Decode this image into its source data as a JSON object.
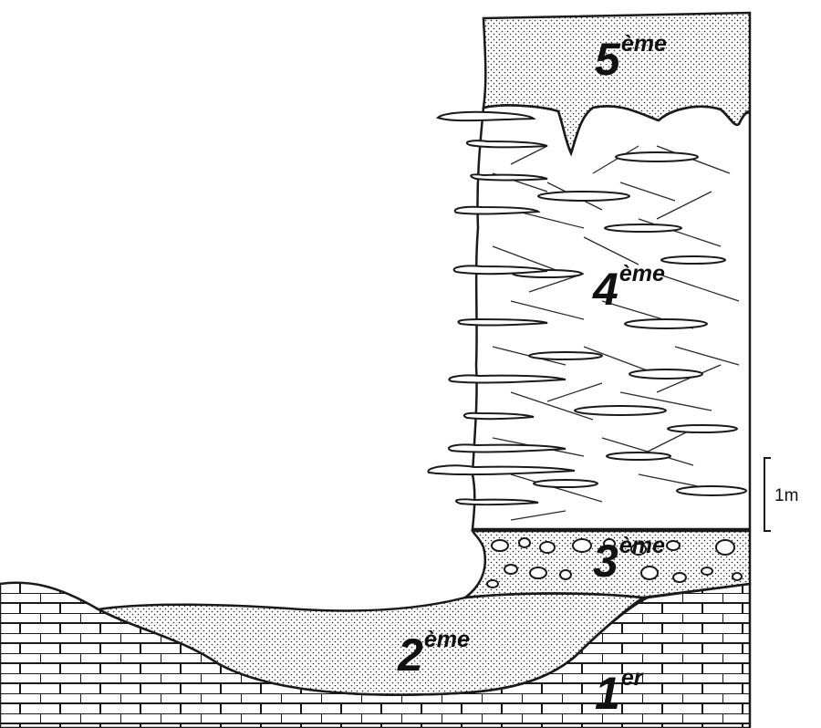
{
  "layers": [
    {
      "id": "1",
      "number": "1",
      "suffix": "er"
    },
    {
      "id": "2",
      "number": "2",
      "suffix": "ème"
    },
    {
      "id": "3",
      "number": "3",
      "suffix": "ème"
    },
    {
      "id": "4",
      "number": "4",
      "suffix": "ème"
    },
    {
      "id": "5",
      "number": "5",
      "suffix": "ème"
    }
  ],
  "scale_bar": {
    "label": "1m"
  },
  "colors": {
    "line": "#1a1a1a",
    "background": "#ffffff"
  }
}
